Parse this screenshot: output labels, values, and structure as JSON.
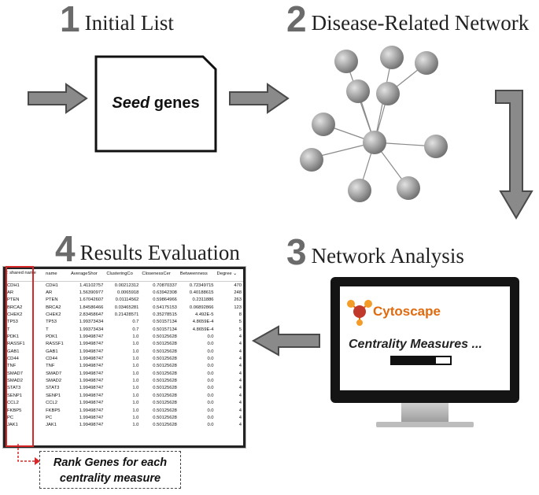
{
  "steps": [
    {
      "number": "1",
      "title": "Initial List"
    },
    {
      "number": "2",
      "title": "Disease-Related Network"
    },
    {
      "number": "3",
      "title": "Network Analysis"
    },
    {
      "number": "4",
      "title": "Results Evaluation"
    }
  ],
  "seed": {
    "italic": "Seed",
    "rest": " genes"
  },
  "cytoscape": {
    "brand": "Cytoscape",
    "status": "Centrality Measures ...",
    "progress": 0.75
  },
  "table": {
    "headers": [
      "shared name",
      "name",
      "AverageShor",
      "ClusteringCo",
      "ClosenessCer",
      "Betweenness",
      "Degree"
    ],
    "rows": [
      [
        "CDH1",
        "CDH1",
        "1.41102757",
        "0.00212312",
        "0.70870337",
        "0.72349715",
        "470"
      ],
      [
        "AR",
        "AR",
        "1.56390977",
        "0.0065918",
        "0.63942308",
        "0.40188615",
        "248"
      ],
      [
        "PTEN",
        "PTEN",
        "1.67042607",
        "0.01114562",
        "0.59864966",
        "0.2311886",
        "263"
      ],
      [
        "BRCA2",
        "BRCA2",
        "1.84586466",
        "0.03465281",
        "0.54175153",
        "0.06892866",
        "123"
      ],
      [
        "CHEK2",
        "CHEK2",
        "2.83458647",
        "0.21428571",
        "0.35278515",
        "4.492E-5",
        "8"
      ],
      [
        "TP53",
        "TP53",
        "1.99373434",
        "0.7",
        "0.50157134",
        "4.8659E-4",
        "5"
      ],
      [
        "T",
        "T",
        "1.99373434",
        "0.7",
        "0.50157134",
        "4.8659E-4",
        "5"
      ],
      [
        "PDK1",
        "PDK1",
        "1.99498747",
        "1.0",
        "0.50125628",
        "0.0",
        "4"
      ],
      [
        "RASSF1",
        "RASSF1",
        "1.99498747",
        "1.0",
        "0.50125628",
        "0.0",
        "4"
      ],
      [
        "GAB1",
        "GAB1",
        "1.99498747",
        "1.0",
        "0.50125628",
        "0.0",
        "4"
      ],
      [
        "CD44",
        "CD44",
        "1.99498747",
        "1.0",
        "0.50125628",
        "0.0",
        "4"
      ],
      [
        "TNF",
        "TNF",
        "1.99498747",
        "1.0",
        "0.50125628",
        "0.0",
        "4"
      ],
      [
        "SMAD7",
        "SMAD7",
        "1.99498747",
        "1.0",
        "0.50125628",
        "0.0",
        "4"
      ],
      [
        "SMAD2",
        "SMAD2",
        "1.99498747",
        "1.0",
        "0.50125628",
        "0.0",
        "4"
      ],
      [
        "STAT3",
        "STAT3",
        "1.99498747",
        "1.0",
        "0.50125628",
        "0.0",
        "4"
      ],
      [
        "SENP1",
        "SENP1",
        "1.99498747",
        "1.0",
        "0.50125628",
        "0.0",
        "4"
      ],
      [
        "CCL2",
        "CCL2",
        "1.99498747",
        "1.0",
        "0.50125628",
        "0.0",
        "4"
      ],
      [
        "FKBP5",
        "FKBP5",
        "1.99498747",
        "1.0",
        "0.50125628",
        "0.0",
        "4"
      ],
      [
        "PC",
        "PC",
        "1.99498747",
        "1.0",
        "0.50125628",
        "0.0",
        "4"
      ],
      [
        "JAK1",
        "JAK1",
        "1.99498747",
        "1.0",
        "0.50125628",
        "0.0",
        "4"
      ]
    ]
  },
  "rank_note": {
    "line1": "Rank Genes for each",
    "line2": "centrality measure"
  },
  "colors": {
    "arrow": "#8a8a8a",
    "arrow_stroke": "#4a4a4a",
    "highlight": "#d62828",
    "node": "#9a9a9a"
  }
}
